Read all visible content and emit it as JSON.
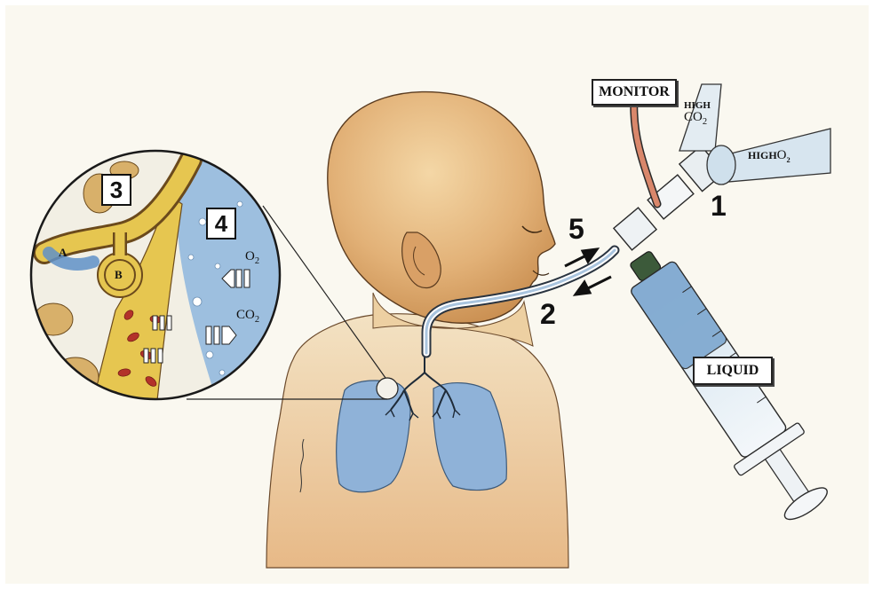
{
  "labels": {
    "monitor": "MONITOR",
    "liquid": "LIQUID",
    "high_co2": {
      "prefix": "HIGH",
      "base": "CO",
      "sub": "2"
    },
    "high_o2": {
      "prefix": "HIGH",
      "base": "O",
      "sub": "2"
    }
  },
  "numbers": {
    "n1": "1",
    "n2": "2",
    "n3": "3",
    "n4": "4",
    "n5": "5"
  },
  "inset": {
    "vessel_a": "A",
    "vessel_b": "B",
    "o2": {
      "base": "O",
      "sub": "2"
    },
    "co2": {
      "base": "CO",
      "sub": "2"
    }
  },
  "colors": {
    "background": "#faf8f0",
    "skin": "#e9c08a",
    "skin_shadow": "#d69a5a",
    "lung_blue": "#8fb2d8",
    "tube_red": "#d9876b",
    "vessel_yellow": "#e8c84a",
    "blood_red": "#b3322a"
  }
}
